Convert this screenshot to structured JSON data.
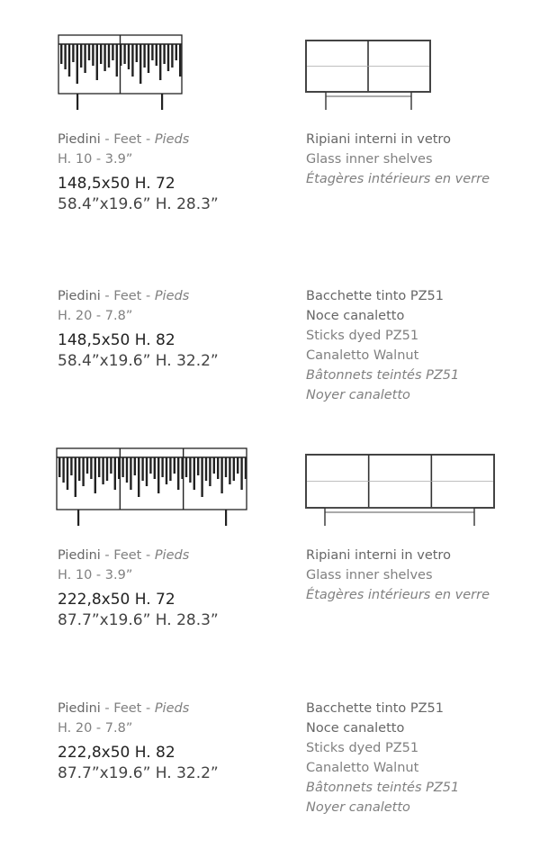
{
  "products": [
    {
      "feet": {
        "it": "Piedini",
        "en": "Feet",
        "fr": "Pieds",
        "height": "H. 10 - 3.9”"
      },
      "dim_cm": "148,5x50  H. 72",
      "dim_in": "58.4”x19.6”  H. 28.3”",
      "notes": {
        "title": "Ripiani interni in vetro",
        "lines": [
          "Glass inner shelves"
        ],
        "italic_lines": [
          "Étagères intérieurs en verre"
        ]
      }
    },
    {
      "feet": {
        "it": "Piedini",
        "en": "Feet",
        "fr": "Pieds",
        "height": "H. 20 - 7.8”"
      },
      "dim_cm": "148,5x50  H. 82",
      "dim_in": "58.4”x19.6”  H. 32.2”",
      "notes": {
        "title": "Bacchette tinto PZ51",
        "title2": "Noce canaletto",
        "lines": [
          "Sticks dyed PZ51",
          "Canaletto Walnut"
        ],
        "italic_lines": [
          "Bâtonnets teintés PZ51",
          "Noyer canaletto"
        ]
      }
    },
    {
      "feet": {
        "it": "Piedini",
        "en": "Feet",
        "fr": "Pieds",
        "height": "H. 10 - 3.9”"
      },
      "dim_cm": "222,8x50  H. 72",
      "dim_in": "87.7”x19.6”  H. 28.3”",
      "notes": {
        "title": "Ripiani interni in vetro",
        "lines": [
          "Glass inner shelves"
        ],
        "italic_lines": [
          "Étagères intérieurs en verre"
        ]
      }
    },
    {
      "feet": {
        "it": "Piedini",
        "en": "Feet",
        "fr": "Pieds",
        "height": "H. 20 - 7.8”"
      },
      "dim_cm": "222,8x50  H. 82",
      "dim_in": "87.7”x19.6”  H. 32.2”",
      "notes": {
        "title": "Bacchette tinto PZ51",
        "title2": "Noce canaletto",
        "lines": [
          "Sticks dyed PZ51",
          "Canaletto Walnut"
        ],
        "italic_lines": [
          "Bâtonnets teintés PZ51",
          "Noyer canaletto"
        ]
      }
    }
  ]
}
